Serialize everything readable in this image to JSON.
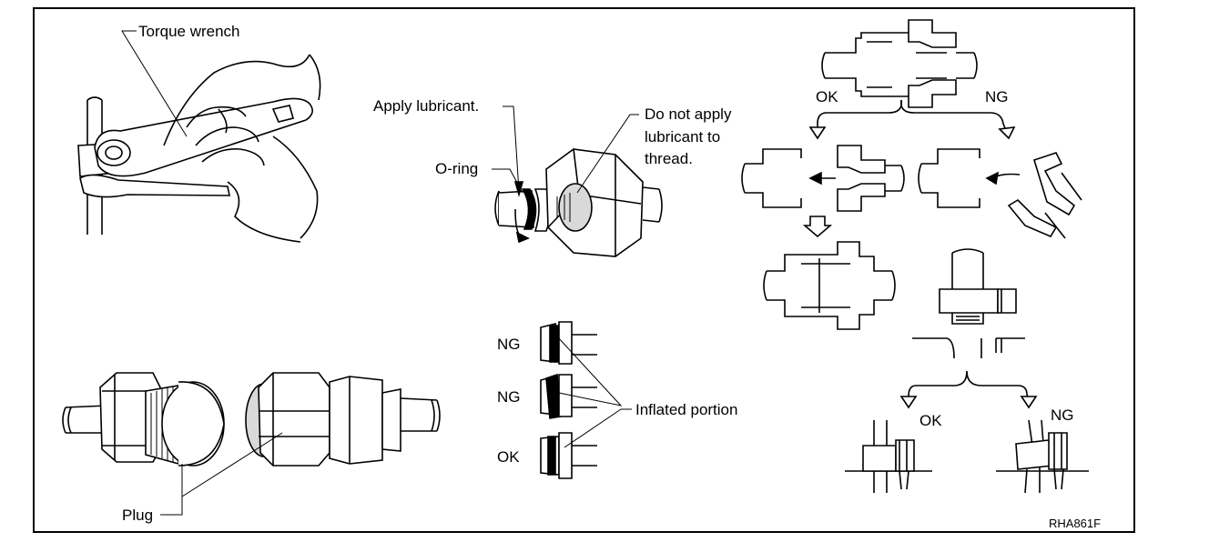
{
  "labels": {
    "torque_wrench": "Torque wrench",
    "apply_lubricant": "Apply lubricant.",
    "o_ring": "O-ring",
    "no_lube_1": "Do not apply",
    "no_lube_2": "lubricant to",
    "no_lube_3": "thread.",
    "ok_top": "OK",
    "ng_top": "NG",
    "ng_1": "NG",
    "ng_2": "NG",
    "ok_ring": "OK",
    "inflated": "Inflated portion",
    "plug": "Plug",
    "ok_bottom": "OK",
    "ng_bottom": "NG",
    "code": "RHA861F"
  }
}
